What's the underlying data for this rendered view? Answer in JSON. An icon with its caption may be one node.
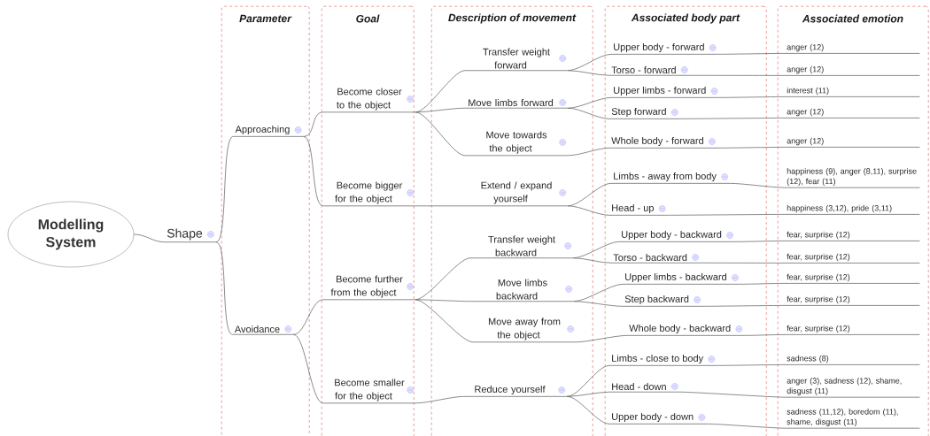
{
  "diagram": {
    "nodes": [
      {
        "text": [
          "Modelling System"
        ]
      },
      {
        "text": [
          "Shape"
        ]
      },
      {
        "text": [
          "Parameter"
        ]
      },
      {
        "text": [
          "Goal"
        ]
      },
      {
        "text": [
          "Description of movement"
        ]
      },
      {
        "text": [
          "Associated body part"
        ]
      },
      {
        "text": [
          "Associated emotion"
        ]
      },
      {
        "text": [
          "Approaching"
        ],
        "in": 2
      },
      {
        "text": [
          "Avoidance"
        ],
        "in": 2
      },
      {
        "text": [
          "Become closer to the object"
        ],
        "in": 3
      },
      {
        "text": [
          "Become bigger for the object"
        ],
        "in": 3
      },
      {
        "text": [
          "Become further from the object"
        ],
        "in": 3
      },
      {
        "text": [
          "Become smaller for the object"
        ],
        "in": 3
      },
      {
        "text": [
          "Transfer weight forward"
        ],
        "in": 4
      },
      {
        "text": [
          "Move limbs forward"
        ],
        "in": 4
      },
      {
        "text": [
          "Move towards the object"
        ],
        "in": 4
      },
      {
        "text": [
          "Extend / expand yourself"
        ],
        "in": 4
      },
      {
        "text": [
          "Transfer weight backward"
        ],
        "in": 4
      },
      {
        "text": [
          "Move limbs backward"
        ],
        "in": 4
      },
      {
        "text": [
          "Move away from the object"
        ],
        "in": 4
      },
      {
        "text": [
          "Reduce yourself"
        ],
        "in": 4
      },
      {
        "text": [
          "Upper body - forward"
        ],
        "in": 5
      },
      {
        "text": [
          "Torso - forward"
        ],
        "in": 5
      },
      {
        "text": [
          "Upper limbs - forward"
        ],
        "in": 5
      },
      {
        "text": [
          "Step forward"
        ],
        "in": 5
      },
      {
        "text": [
          "Whole body - forward"
        ],
        "in": 5
      },
      {
        "text": [
          "Limbs - away from body"
        ],
        "in": 5
      },
      {
        "text": [
          "Head - up"
        ],
        "in": 5
      },
      {
        "text": [
          "Upper body - backward"
        ],
        "in": 5
      },
      {
        "text": [
          "Torso - backward"
        ],
        "in": 5
      },
      {
        "text": [
          "Upper limbs - backward"
        ],
        "in": 5
      },
      {
        "text": [
          "Step backward"
        ],
        "in": 5
      },
      {
        "text": [
          "Whole body - backward"
        ],
        "in": 5
      },
      {
        "text": [
          "Limbs - close to body"
        ],
        "in": 5
      },
      {
        "text": [
          "Head - down"
        ],
        "in": 5
      },
      {
        "text": [
          "Upper body - down"
        ],
        "in": 5
      },
      {
        "text": [
          "anger (12)"
        ],
        "in": 6
      },
      {
        "text": [
          "anger (12)"
        ],
        "in": 6
      },
      {
        "text": [
          "interest (11)"
        ],
        "in": 6
      },
      {
        "text": [
          "anger (12)"
        ],
        "in": 6
      },
      {
        "text": [
          "anger (12)"
        ],
        "in": 6
      },
      {
        "text": [
          "happiness (9), anger (8,11), surprise (12), fear (11)"
        ],
        "in": 6
      },
      {
        "text": [
          "happiness (3,12), pride (3,11)"
        ],
        "in": 6
      },
      {
        "text": [
          "fear, surprise (12)"
        ],
        "in": 6
      },
      {
        "text": [
          "fear, surprise (12)"
        ],
        "in": 6
      },
      {
        "text": [
          "fear, surprise (12)"
        ],
        "in": 6
      },
      {
        "text": [
          "fear, surprise (12)"
        ],
        "in": 6
      },
      {
        "text": [
          "fear, surprise (12)"
        ],
        "in": 6
      },
      {
        "text": [
          "sadness (8)"
        ],
        "in": 6
      },
      {
        "text": [
          "anger (3), sadness (12), shame, disgust (11)"
        ],
        "in": 6
      },
      {
        "text": [
          "sadness (11,12), boredom (11), shame, disgust (11)"
        ],
        "in": 6
      }
    ],
    "edges": [
      {
        "from": 0,
        "to": 1,
        "arrow": "none"
      },
      {
        "from": 1,
        "to": 7,
        "arrow": "none"
      },
      {
        "from": 1,
        "to": 8,
        "arrow": "none"
      },
      {
        "from": 7,
        "to": 9,
        "arrow": "none"
      },
      {
        "from": 7,
        "to": 10,
        "arrow": "none"
      },
      {
        "from": 8,
        "to": 11,
        "arrow": "none"
      },
      {
        "from": 8,
        "to": 12,
        "arrow": "none"
      },
      {
        "from": 9,
        "to": 13,
        "arrow": "none"
      },
      {
        "from": 9,
        "to": 14,
        "arrow": "none"
      },
      {
        "from": 9,
        "to": 15,
        "arrow": "none"
      },
      {
        "from": 10,
        "to": 16,
        "arrow": "none"
      },
      {
        "from": 11,
        "to": 17,
        "arrow": "none"
      },
      {
        "from": 11,
        "to": 18,
        "arrow": "none"
      },
      {
        "from": 11,
        "to": 19,
        "arrow": "none"
      },
      {
        "from": 12,
        "to": 20,
        "arrow": "none"
      },
      {
        "from": 13,
        "to": 21,
        "arrow": "none"
      },
      {
        "from": 13,
        "to": 22,
        "arrow": "none"
      },
      {
        "from": 14,
        "to": 23,
        "arrow": "none"
      },
      {
        "from": 14,
        "to": 24,
        "arrow": "none"
      },
      {
        "from": 15,
        "to": 25,
        "arrow": "none"
      },
      {
        "from": 16,
        "to": 26,
        "arrow": "none"
      },
      {
        "from": 16,
        "to": 27,
        "arrow": "none"
      },
      {
        "from": 17,
        "to": 28,
        "arrow": "none"
      },
      {
        "from": 17,
        "to": 29,
        "arrow": "none"
      },
      {
        "from": 18,
        "to": 30,
        "arrow": "none"
      },
      {
        "from": 18,
        "to": 31,
        "arrow": "none"
      },
      {
        "from": 19,
        "to": 32,
        "arrow": "none"
      },
      {
        "from": 20,
        "to": 33,
        "arrow": "none"
      },
      {
        "from": 20,
        "to": 34,
        "arrow": "none"
      },
      {
        "from": 20,
        "to": 35,
        "arrow": "none"
      },
      {
        "from": 21,
        "to": 36,
        "arrow": "none"
      },
      {
        "from": 22,
        "to": 37,
        "arrow": "none"
      },
      {
        "from": 23,
        "to": 38,
        "arrow": "none"
      },
      {
        "from": 24,
        "to": 39,
        "arrow": "none"
      },
      {
        "from": 25,
        "to": 40,
        "arrow": "none"
      },
      {
        "from": 26,
        "to": 41,
        "arrow": "none"
      },
      {
        "from": 27,
        "to": 42,
        "arrow": "none"
      },
      {
        "from": 28,
        "to": 43,
        "arrow": "none"
      },
      {
        "from": 29,
        "to": 44,
        "arrow": "none"
      },
      {
        "from": 30,
        "to": 45,
        "arrow": "none"
      },
      {
        "from": 31,
        "to": 46,
        "arrow": "none"
      },
      {
        "from": 32,
        "to": 47,
        "arrow": "none"
      },
      {
        "from": 33,
        "to": 48,
        "arrow": "none"
      },
      {
        "from": 34,
        "to": 49,
        "arrow": "none"
      },
      {
        "from": 35,
        "to": 50,
        "arrow": "none"
      }
    ]
  }
}
